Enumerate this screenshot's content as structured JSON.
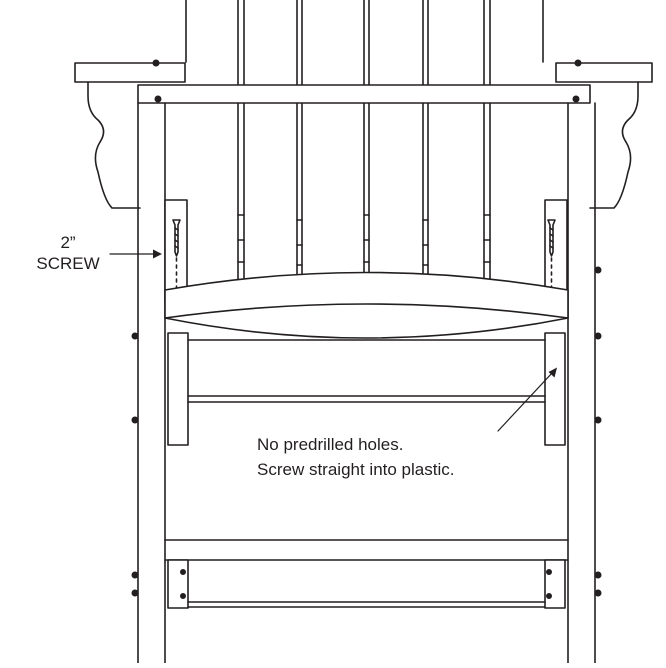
{
  "labels": {
    "screw_size": "2”",
    "screw_word": "SCREW",
    "note_line1": "No predrilled holes.",
    "note_line2": "Screw straight into plastic."
  },
  "colors": {
    "ink": "#231f20",
    "background": "#ffffff"
  },
  "icons": [
    "screw-icon",
    "arrow-icon"
  ]
}
